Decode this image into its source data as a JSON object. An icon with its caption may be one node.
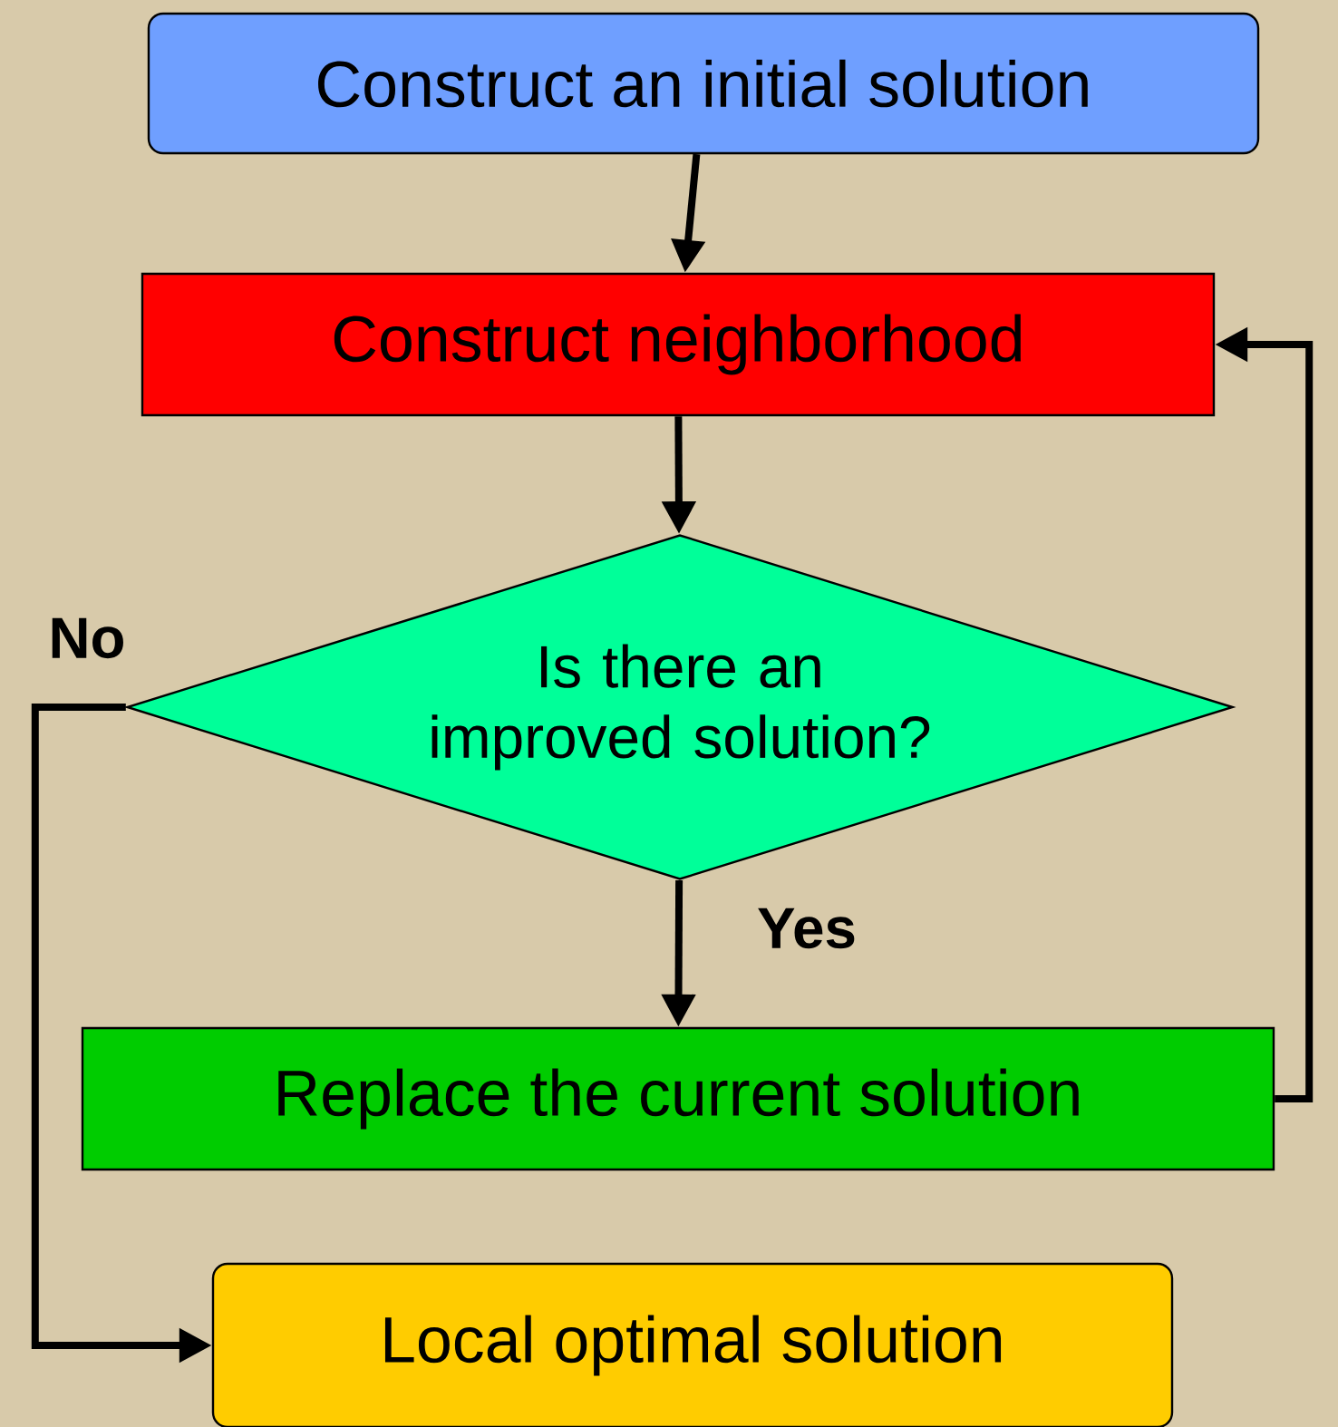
{
  "diagram": {
    "nodes": [
      {
        "text": [
          "Construct an initial solution"
        ]
      },
      {
        "text": [
          "Construct neighborhood"
        ]
      },
      {
        "text": [
          "Is there an improved solution?"
        ]
      },
      {
        "text": [
          "Replace the current solution"
        ]
      },
      {
        "text": [
          "Local optimal solution"
        ]
      }
    ],
    "edges": [
      {
        "from": 0,
        "to": 1,
        "arrow": "to"
      },
      {
        "from": 1,
        "to": 2,
        "arrow": "to"
      },
      {
        "from": 2,
        "to": 3,
        "arrow": "to",
        "label": "Yes"
      },
      {
        "from": 3,
        "to": 1,
        "arrow": "to"
      },
      {
        "from": 2,
        "to": 4,
        "arrow": "to",
        "label": "No"
      }
    ]
  }
}
